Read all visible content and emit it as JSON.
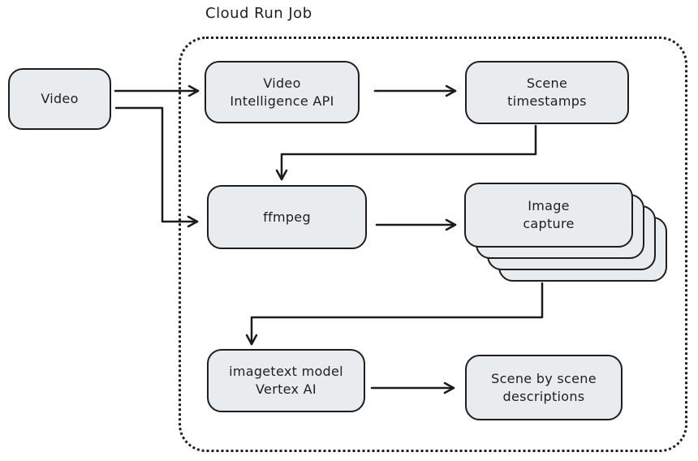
{
  "diagram": {
    "title": "Cloud Run Job",
    "colors": {
      "node_fill": "#e9ecef",
      "node_stroke": "#1e1e1e",
      "arrow": "#1b1b1b",
      "background": "#ffffff"
    },
    "nodes": {
      "video": {
        "label": "Video"
      },
      "video_intelligence_api": {
        "label": "Video\nIntelligence API"
      },
      "scene_timestamps": {
        "label": "Scene\ntimestamps"
      },
      "ffmpeg": {
        "label": "ffmpeg"
      },
      "image_capture": {
        "label": "Image\ncapture"
      },
      "imagetext_model": {
        "label": "imagetext model\nVertex AI"
      },
      "scene_descriptions": {
        "label": "Scene by scene\ndescriptions"
      }
    }
  }
}
